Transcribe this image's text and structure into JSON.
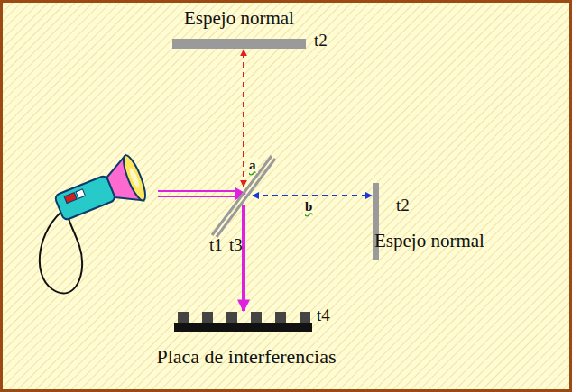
{
  "diagram": {
    "nodes": [
      {
        "text": [
          "Espejo normal",
          "t2"
        ]
      },
      {
        "text": [
          "t2",
          "Espejo normal"
        ]
      },
      {
        "text": [
          "t1",
          "t3"
        ]
      },
      {
        "text": [
          "t4",
          "Placa de interferencias"
        ]
      }
    ],
    "edges": [
      {
        "from": 2,
        "to": 0,
        "label": "a",
        "arrow": "both"
      },
      {
        "from": 2,
        "to": 1,
        "label": "b",
        "arrow": "both"
      },
      {
        "from": 2,
        "to": 3,
        "arrow": "to"
      }
    ]
  }
}
